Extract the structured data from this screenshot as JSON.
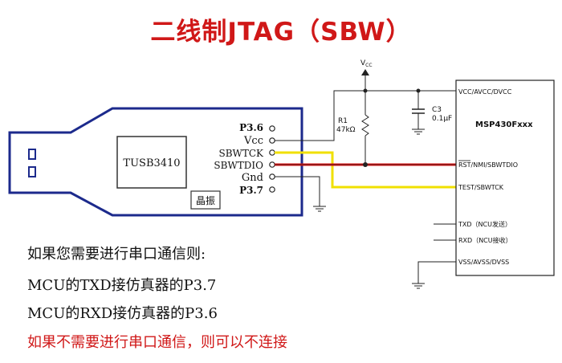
{
  "title": "二线制JTAG（SBW）",
  "emulator": {
    "chip_label": "TUSB3410",
    "crystal_label": "晶振",
    "pins": [
      "P3.6",
      "Vcc",
      "SBWTCK",
      "SBWTDIO",
      "Gnd",
      "P3.7"
    ]
  },
  "circuit": {
    "vcc_label": "V",
    "vcc_sub": "CC",
    "r1_label": "R1",
    "r1_value": "47kΩ",
    "c3_label": "C3",
    "c3_value": "0.1μF"
  },
  "mcu": {
    "name": "MSP430Fxxx",
    "vcc_pin_label": "VCC/AVCC/DVCC",
    "rst_pin_label": "RST/NMI/SBWTDIO",
    "test_pin_label": "TEST/SBWTCK",
    "txd_pin_label": "TXD（NCU发送）",
    "rxd_pin_label": "RXD（NCU接收）",
    "vss_pin_label": "VSS/AVSS/DVSS"
  },
  "notes": [
    "如果您需要进行串口通信则:",
    "MCU的TXD接仿真器的P3.7",
    "MCU的RXD接仿真器的P3.6",
    "如果不需要进行串口通信，则可以不连接"
  ],
  "colors": {
    "title": "#d01818",
    "usb_outline": "#1c2a8c",
    "sbwtdio_wire": "#e01010",
    "sbwtck_wire": "#f0e000",
    "note_warning": "#d01818"
  }
}
